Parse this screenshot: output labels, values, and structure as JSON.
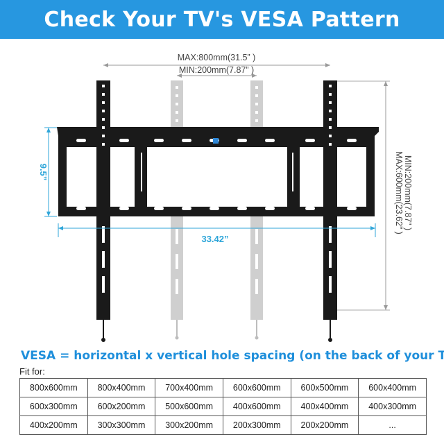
{
  "header": {
    "title": "Check Your TV's VESA Pattern"
  },
  "diagram": {
    "max_width_label": "MAX:800mm(31.5” )",
    "min_width_label": "MIN:200mm(7.87” )",
    "max_height_label": "MAX:600mm(23.62” )",
    "min_height_label": "MIN:200mm(7.87” )",
    "bracket_height_label": "9.5”",
    "bracket_width_label": "33.42”",
    "accent_color": "#2fa6d9",
    "bracket_color": "#1a1a1a",
    "ghost_arm_color": "#c8c8c8"
  },
  "vesa_definition": "VESA = horizontal x vertical hole spacing (on the back of your TV)",
  "fit_for_label": "Fit for:",
  "sizes": [
    [
      "800x600mm",
      "800x400mm",
      "700x400mm",
      "600x600mm",
      "600x500mm",
      "600x400mm"
    ],
    [
      "600x300mm",
      "600x200mm",
      "500x600mm",
      "400x600mm",
      "400x400mm",
      "400x300mm"
    ],
    [
      "400x200mm",
      "300x300mm",
      "300x200mm",
      "200x300mm",
      "200x200mm",
      "..."
    ]
  ]
}
